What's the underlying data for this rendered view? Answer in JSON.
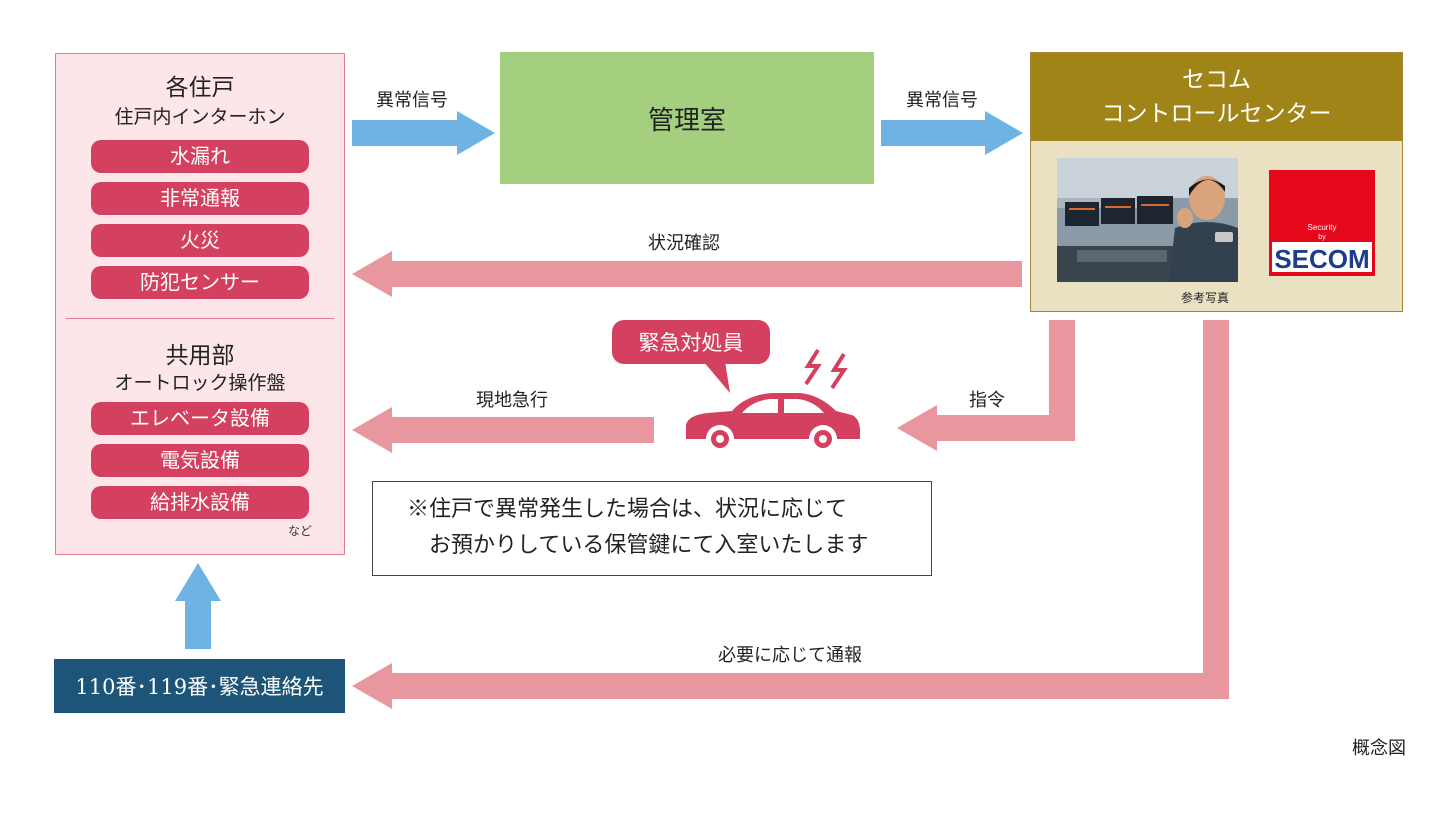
{
  "resident": {
    "title": "各住戸",
    "subtitle": "住戸内インターホン",
    "items": [
      "水漏れ",
      "非常通報",
      "火災",
      "防犯センサー"
    ]
  },
  "common": {
    "title": "共用部",
    "subtitle": "オートロック操作盤",
    "items": [
      "エレベータ設備",
      "電気設備",
      "給排水設備"
    ],
    "etc": "など"
  },
  "management": {
    "label": "管理室"
  },
  "secom": {
    "title_line1": "セコム",
    "title_line2": "コントロールセンター",
    "photo_caption": "参考写真",
    "logo": {
      "top": "Security",
      "mid": "by",
      "brand": "SECOM"
    }
  },
  "arrows": {
    "signal_1": "異常信号",
    "signal_2": "異常信号",
    "status_check": "状況確認",
    "rush": "現地急行",
    "command": "指令",
    "report": "必要に応じて通報"
  },
  "responder": {
    "label": "緊急対処員"
  },
  "note": {
    "line1": "※住戸で異常発生した場合は、状況に応じて",
    "line2": "お預かりしている保管鍵にて入室いたします"
  },
  "emergency": {
    "label": "110番･119番･緊急連絡先"
  },
  "caption": "概念図",
  "colors": {
    "blue_arrow": "#6fb3e4",
    "pink_arrow": "#e9979e",
    "accent_red": "#d4405f",
    "management_green": "#a3cf7e",
    "secom_gold": "#a08418",
    "emergency_navy": "#1d5578"
  }
}
